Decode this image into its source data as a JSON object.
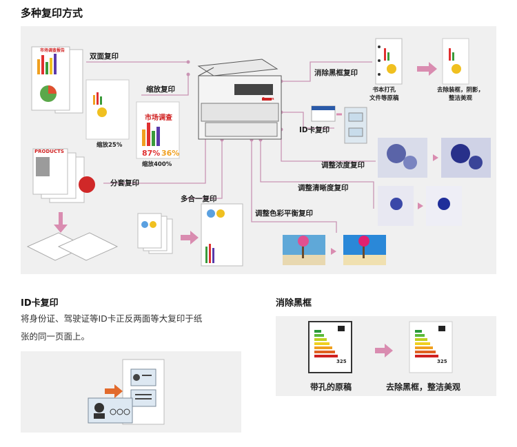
{
  "title": "多种复印方式",
  "diagram": {
    "labels": {
      "duplex": "双面复印",
      "zoom": "缩放复印",
      "zoom25": "缩放25%",
      "zoom400": "缩放400%",
      "sort": "分套复印",
      "nup": "多合一复印",
      "erase": "消除黑框复印",
      "idcard": "ID卡复印",
      "density": "调整浓度复印",
      "sharpness": "调整清晰度复印",
      "color_balance": "调整色彩平衡复印",
      "erase_before": "书本打孔\n文件等原稿",
      "erase_after": "去除装框，阴影，\n整洁美观"
    },
    "doc_text": {
      "report_title": "市场调查报告",
      "market_survey": "市场调查",
      "products": "PRODUCTS",
      "pct_87": "87%",
      "pct_36": "36%",
      "brand": "Canon"
    }
  },
  "id_section": {
    "heading": "ID卡复印",
    "description_line1": "将身份证、驾驶证等ID卡正反两面等大复印于纸",
    "description_line2": "张的同一页面上。"
  },
  "erase_section": {
    "heading": "消除黑框",
    "caption_before": "带孔的原稿",
    "caption_after": "去除黑框，整洁美观",
    "rating_value": "325"
  },
  "colors": {
    "connector": "#c994b4",
    "arrow": "#d98cb0",
    "panel_bg": "#f0f0f0",
    "accent_red": "#e03030"
  }
}
